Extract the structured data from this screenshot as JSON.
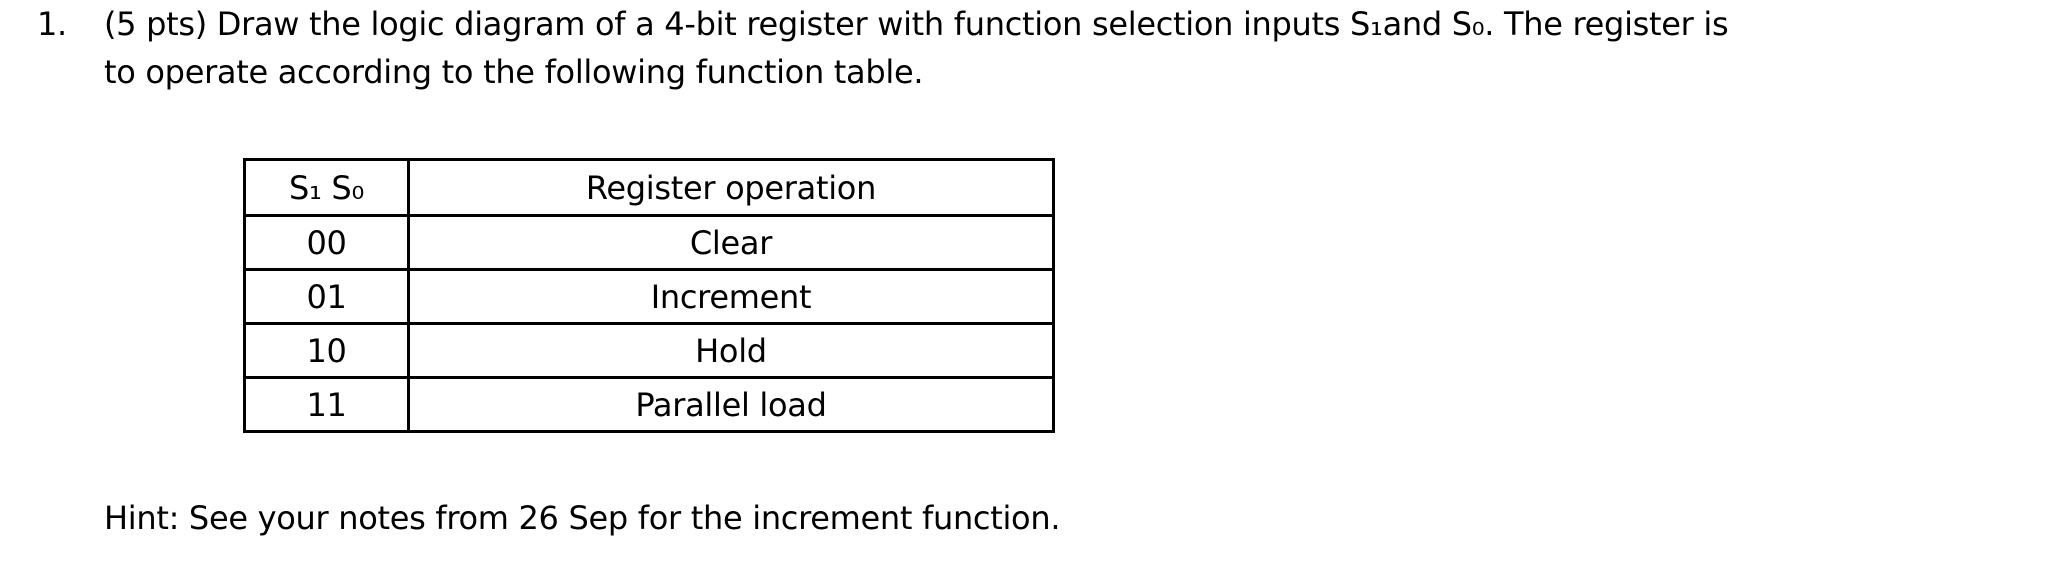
{
  "question": {
    "number": "1.",
    "lines": [
      "(5 pts) Draw the logic diagram of a 4-bit register with function selection inputs S₁and S₀. The register is",
      "to operate according to the following function table."
    ]
  },
  "table": {
    "headers": [
      "S₁ S₀",
      "Register operation"
    ],
    "rows": [
      [
        "00",
        "Clear"
      ],
      [
        "01",
        "Increment"
      ],
      [
        "10",
        "Hold"
      ],
      [
        "11",
        "Parallel load"
      ]
    ]
  },
  "hint": {
    "text": "Hint: See your notes from 26 Sep for the increment function."
  },
  "colors": {
    "text": "#000000",
    "background": "#ffffff",
    "table_border": "#000000"
  }
}
